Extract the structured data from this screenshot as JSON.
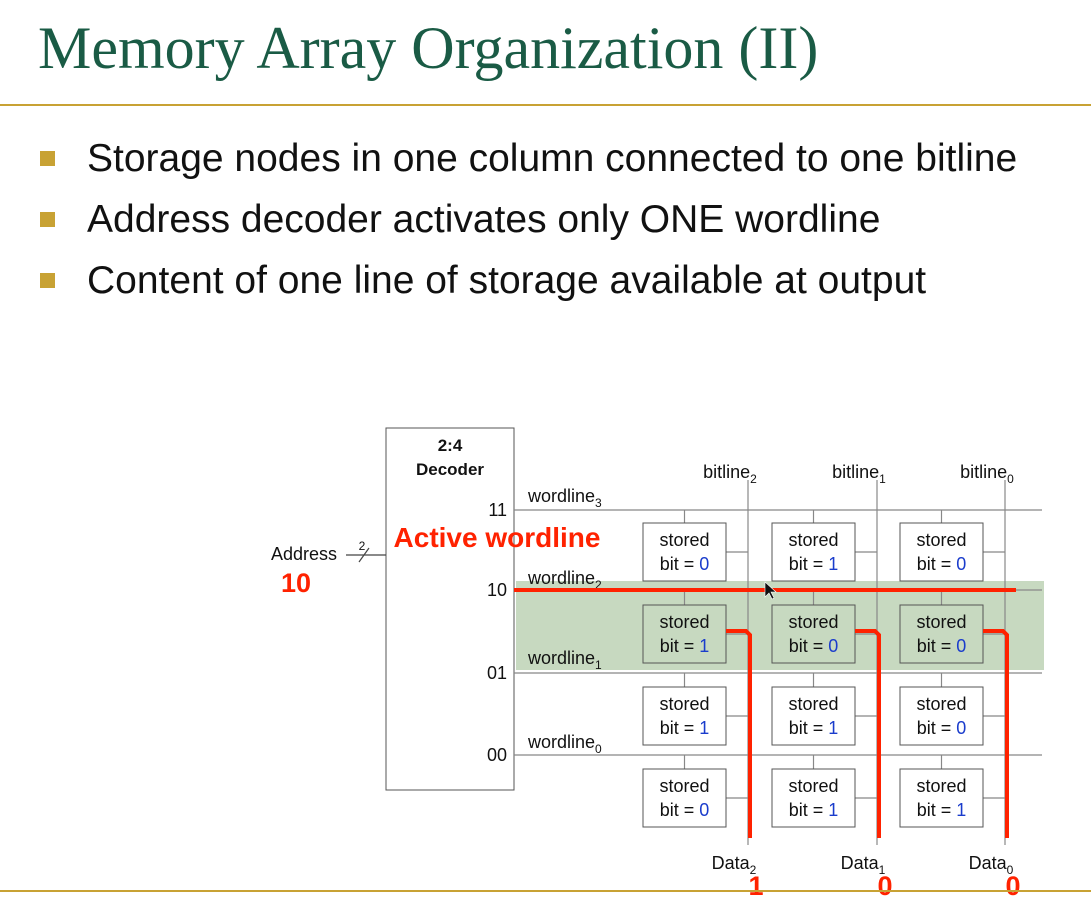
{
  "slide": {
    "title": "Memory Array Organization (II)",
    "bullets": [
      "Storage nodes in one column connected to one bitline",
      "Address decoder activates only ONE wordline",
      "Content of one line of storage available at output"
    ]
  },
  "diagram": {
    "decoder_label_1": "2:4",
    "decoder_label_2": "Decoder",
    "address_label": "Address",
    "address_width": "2",
    "address_value": "10",
    "active_label": "Active wordline",
    "cell_label": "stored",
    "bit_prefix": "bit = ",
    "decoder_outputs": [
      "11",
      "10",
      "01",
      "00"
    ],
    "wordlines": [
      {
        "base": "wordline",
        "sub": "3"
      },
      {
        "base": "wordline",
        "sub": "2"
      },
      {
        "base": "wordline",
        "sub": "1"
      },
      {
        "base": "wordline",
        "sub": "0"
      }
    ],
    "bitlines": [
      {
        "base": "bitline",
        "sub": "2"
      },
      {
        "base": "bitline",
        "sub": "1"
      },
      {
        "base": "bitline",
        "sub": "0"
      }
    ],
    "data_outputs": [
      {
        "base": "Data",
        "sub": "2",
        "value": "1"
      },
      {
        "base": "Data",
        "sub": "1",
        "value": "0"
      },
      {
        "base": "Data",
        "sub": "0",
        "value": "0"
      }
    ],
    "cells": [
      [
        "0",
        "1",
        "0"
      ],
      [
        "1",
        "0",
        "0"
      ],
      [
        "1",
        "1",
        "0"
      ],
      [
        "0",
        "1",
        "1"
      ]
    ],
    "active_row": 1,
    "colors": {
      "highlight": "#c7d9c0",
      "active": "#ff2200",
      "bit_value": "#1a3ccc",
      "accent": "#c8a234",
      "title": "#1a5b45"
    }
  }
}
